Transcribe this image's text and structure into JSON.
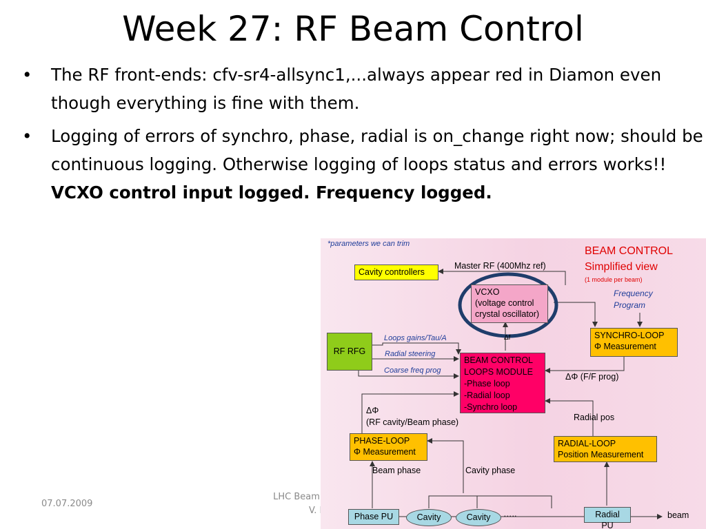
{
  "slide": {
    "title": "Week 27: RF Beam Control",
    "bullets": [
      {
        "text": "The RF front-ends: cfv-sr4-allsync1,...always appear red in Diamon even though everything is fine with them.",
        "bold": ""
      },
      {
        "text": "Logging of errors of synchro, phase, radial is on_change right now; should be continuous logging. Otherwise logging of loops status and errors works!! ",
        "bold": "VCXO control input logged. Frequency logged."
      }
    ],
    "footer_date": "07.07.2009",
    "footer_mid_line1": "LHC Beam",
    "footer_mid_line2": "V. K"
  },
  "diagram": {
    "note": "*parameters we can trim",
    "heading_line1": "BEAM CONTROL",
    "heading_line2": "Simplified view",
    "heading_line3": "(1 module per beam)",
    "cavity_controllers": "Cavity controllers",
    "master_rf": "Master RF (400Mhz ref)",
    "vcxo_line1": "VCXO",
    "vcxo_line2": "(voltage control",
    "vcxo_line3": "crystal oscillator)",
    "freq_program_line1": "Frequency",
    "freq_program_line2": "Program",
    "synchro_line1": "SYNCHRO-LOOP",
    "synchro_line2": "Φ Measurement",
    "rf_rfg": "RF RFG",
    "loops_gains": "Loops gains/Tau/A",
    "radial_steering": "Radial steering",
    "coarse_freq": "Coarse freq prog",
    "delta_f": "Δf",
    "bcl_line1": "BEAM CONTROL",
    "bcl_line2": "LOOPS MODULE",
    "bcl_line3": "-Phase loop",
    "bcl_line4": "-Radial loop",
    "bcl_line5": "-Synchro loop",
    "dphi_ff": "ΔΦ (F/F prog)",
    "dphi": "ΔΦ",
    "rf_cavity_phase": "(RF cavity/Beam phase)",
    "radial_pos": "Radial pos",
    "phase_loop_line1": "PHASE-LOOP",
    "phase_loop_line2": "Φ Measurement",
    "radial_loop_line1": "RADIAL-LOOP",
    "radial_loop_line2": "Position Measurement",
    "beam_phase": "Beam phase",
    "cavity_phase": "Cavity phase",
    "phase_pu": "Phase PU",
    "cavity_1": "Cavity",
    "cavity_2": "Cavity",
    "dots": "…..",
    "radial_pu": "Radial PU",
    "beam": "beam",
    "colors": {
      "yellow_box": "#ffff00",
      "orange_box": "#ffc000",
      "green_box": "#8fcc1a",
      "magenta_box": "#ff0066",
      "vcxo_box": "#f4a6c8",
      "pu_box": "#a8d8e4",
      "heading_red": "#e00000",
      "circle_blue": "#1f3d6b"
    }
  }
}
